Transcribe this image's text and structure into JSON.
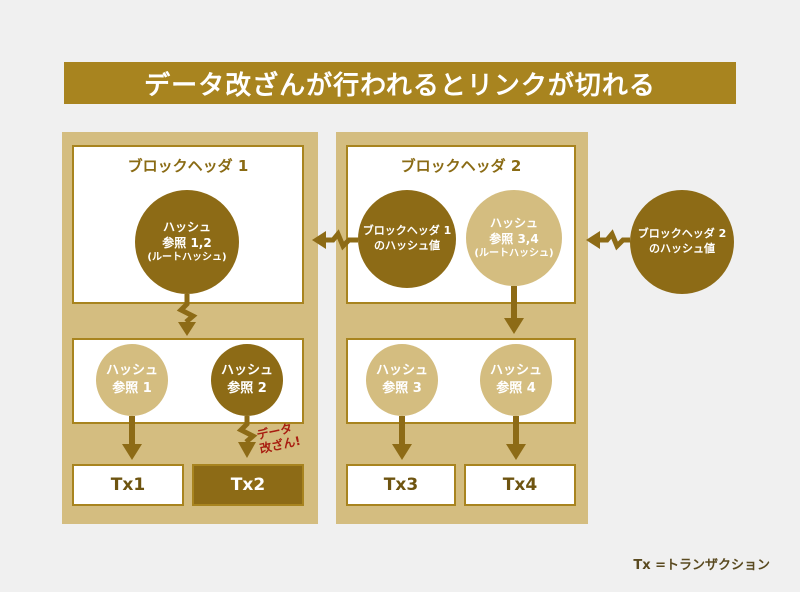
{
  "title": "データ改ざんが行われるとリンクが切れる",
  "block1": {
    "header_title": "ブロックヘッダ 1",
    "root_hash": {
      "line1": "ハッシュ",
      "line2": "参照 1,2",
      "line3": "(ルートハッシュ)"
    },
    "hash_ref1": {
      "line1": "ハッシュ",
      "line2": "参照 1"
    },
    "hash_ref2": {
      "line1": "ハッシュ",
      "line2": "参照 2"
    },
    "tx1": "Tx1",
    "tx2": "Tx2",
    "tamper_label": {
      "line1": "データ",
      "line2": "改ざん!"
    }
  },
  "block2": {
    "header_title": "ブロックヘッダ 2",
    "prev_hash": {
      "line1": "ブロックヘッダ 1",
      "line2": "のハッシュ値"
    },
    "root_hash": {
      "line1": "ハッシュ",
      "line2": "参照 3,4",
      "line3": "(ルートハッシュ)"
    },
    "hash_ref3": {
      "line1": "ハッシュ",
      "line2": "参照 3"
    },
    "hash_ref4": {
      "line1": "ハッシュ",
      "line2": "参照 4"
    },
    "tx3": "Tx3",
    "tx4": "Tx4"
  },
  "next_block": {
    "line1": "ブロックヘッダ 2",
    "line2": "のハッシュ値"
  },
  "legend": "Tx =トランザクション",
  "colors": {
    "gold": "#a8841f",
    "dark_gold": "#8d6b16",
    "light_gold": "#d4bd80",
    "alert_red": "#a81d10"
  }
}
